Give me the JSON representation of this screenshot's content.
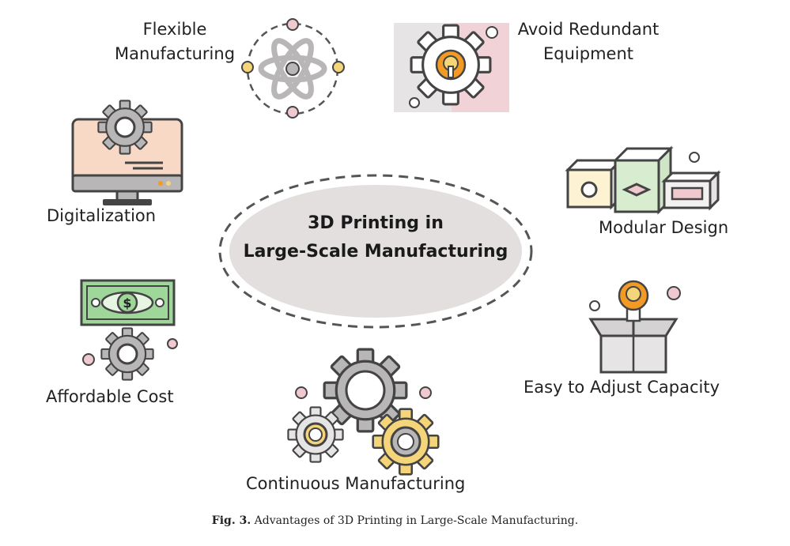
{
  "center": {
    "title_line1": "3D Printing in",
    "title_line2": "Large-Scale Manufacturing"
  },
  "nodes": {
    "flexible_manufacturing": {
      "line1": "Flexible",
      "line2": "Manufacturing"
    },
    "avoid_redundant_equipment": {
      "line1": "Avoid Redundant",
      "line2": "Equipment"
    },
    "digitalization": {
      "label": "Digitalization"
    },
    "modular_design": {
      "label": "Modular Design"
    },
    "affordable_cost": {
      "label": "Affordable Cost"
    },
    "easy_to_adjust_capacity": {
      "label": "Easy to Adjust Capacity"
    },
    "continuous_manufacturing": {
      "label": "Continuous Manufacturing"
    }
  },
  "caption": {
    "fig_label": "Fig. 3.",
    "text": "Advantages of 3D Printing in Large-Scale Manufacturing."
  },
  "colors": {
    "gear_gray": "#b8b6b7",
    "outline": "#444444",
    "pink_dot": "#efc9cf",
    "yellow_dot": "#f5d57a",
    "orange": "#f39a25",
    "money_green": "#9fd69a",
    "center_fill": "#e3dfdf"
  }
}
